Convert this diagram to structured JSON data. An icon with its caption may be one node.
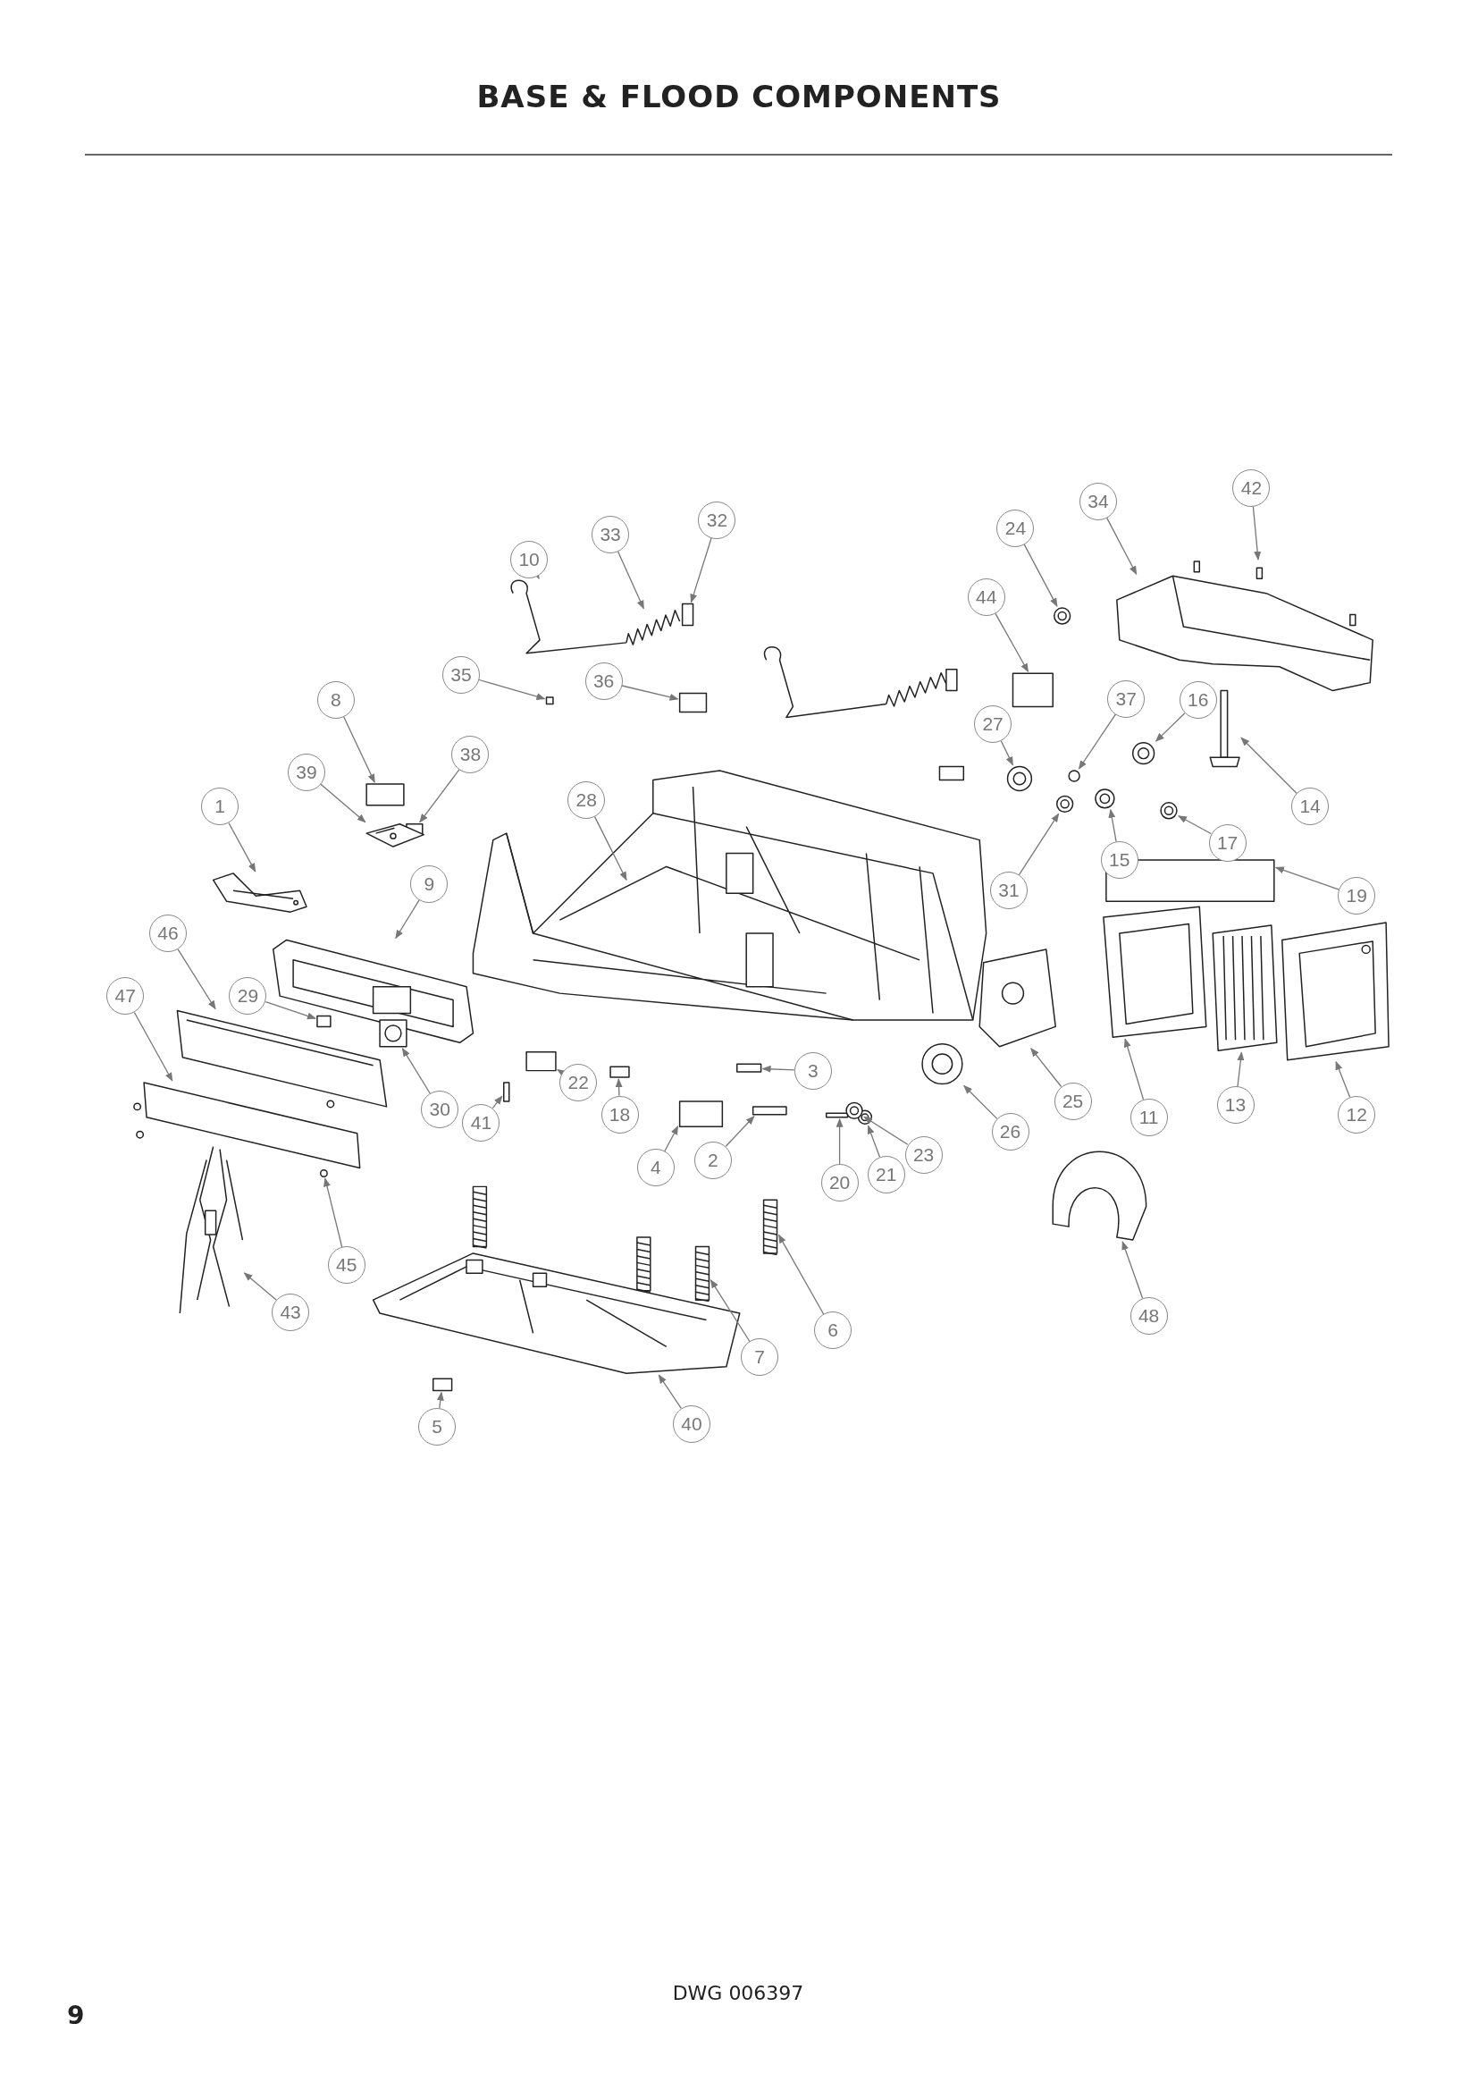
{
  "diagram": {
    "title": "BASE & FLOOD COMPONENTS",
    "nodes": [
      {
        "text": [
          "1"
        ]
      },
      {
        "text": [
          "2"
        ]
      },
      {
        "text": [
          "3"
        ]
      },
      {
        "text": [
          "4"
        ]
      },
      {
        "text": [
          "5"
        ]
      },
      {
        "text": [
          "6"
        ]
      },
      {
        "text": [
          "7"
        ]
      },
      {
        "text": [
          "8"
        ]
      },
      {
        "text": [
          "9"
        ]
      },
      {
        "text": [
          "10"
        ]
      },
      {
        "text": [
          "11"
        ]
      },
      {
        "text": [
          "12"
        ]
      },
      {
        "text": [
          "13"
        ]
      },
      {
        "text": [
          "14"
        ]
      },
      {
        "text": [
          "15"
        ]
      },
      {
        "text": [
          "16"
        ]
      },
      {
        "text": [
          "17"
        ]
      },
      {
        "text": [
          "18"
        ]
      },
      {
        "text": [
          "19"
        ]
      },
      {
        "text": [
          "20"
        ]
      },
      {
        "text": [
          "21"
        ]
      },
      {
        "text": [
          "22"
        ]
      },
      {
        "text": [
          "23"
        ]
      },
      {
        "text": [
          "24"
        ]
      },
      {
        "text": [
          "25"
        ]
      },
      {
        "text": [
          "26"
        ]
      },
      {
        "text": [
          "27"
        ]
      },
      {
        "text": [
          "28"
        ]
      },
      {
        "text": [
          "29"
        ]
      },
      {
        "text": [
          "30"
        ]
      },
      {
        "text": [
          "31"
        ]
      },
      {
        "text": [
          "32"
        ]
      },
      {
        "text": [
          "33"
        ]
      },
      {
        "text": [
          "34"
        ]
      },
      {
        "text": [
          "35"
        ]
      },
      {
        "text": [
          "36"
        ]
      },
      {
        "text": [
          "37"
        ]
      },
      {
        "text": [
          "38"
        ]
      },
      {
        "text": [
          "39"
        ]
      },
      {
        "text": [
          "40"
        ]
      },
      {
        "text": [
          "41"
        ]
      },
      {
        "text": [
          "42"
        ]
      },
      {
        "text": [
          "43"
        ]
      },
      {
        "text": [
          "44"
        ]
      },
      {
        "text": [
          "45"
        ]
      },
      {
        "text": [
          "46"
        ]
      },
      {
        "text": [
          "47"
        ]
      },
      {
        "text": [
          "48"
        ]
      },
      {
        "text": [],
        "shape": "picture"
      },
      {
        "text": [],
        "shape": "box"
      },
      {
        "text": [],
        "shape": "box"
      },
      {
        "text": [],
        "shape": "box"
      },
      {
        "text": [],
        "shape": "box"
      },
      {
        "text": [],
        "shape": "picture"
      },
      {
        "text": [],
        "shape": "picture"
      },
      {
        "text": [],
        "shape": "box"
      },
      {
        "text": [],
        "shape": "picture"
      },
      {
        "text": [],
        "shape": "picture"
      },
      {
        "text": [],
        "shape": "picture"
      },
      {
        "text": [],
        "shape": "picture"
      },
      {
        "text": [],
        "shape": "picture"
      },
      {
        "text": [],
        "shape": "picture"
      },
      {
        "text": [],
        "shape": "circle"
      },
      {
        "text": [],
        "shape": "circle"
      },
      {
        "text": [],
        "shape": "circle"
      },
      {
        "text": [],
        "shape": "box"
      },
      {
        "text": [],
        "shape": "bar"
      },
      {
        "text": [],
        "shape": "bar"
      },
      {
        "text": [],
        "shape": "circle"
      },
      {
        "text": [],
        "shape": "box"
      },
      {
        "text": [],
        "shape": "circle"
      },
      {
        "text": [],
        "shape": "circle"
      },
      {
        "text": [],
        "shape": "picture"
      },
      {
        "text": [],
        "shape": "circle"
      },
      {
        "text": [],
        "shape": "circle"
      },
      {
        "text": [],
        "shape": "picture"
      },
      {
        "text": [],
        "shape": "box"
      },
      {
        "text": [],
        "shape": "picture"
      },
      {
        "text": [],
        "shape": "circle"
      },
      {
        "text": [],
        "shape": "box"
      },
      {
        "text": [],
        "shape": "picture"
      },
      {
        "text": [],
        "shape": "picture"
      },
      {
        "text": [],
        "shape": "box"
      },
      {
        "text": [],
        "shape": "box"
      },
      {
        "text": [],
        "shape": "circle"
      },
      {
        "text": [],
        "shape": "box"
      },
      {
        "text": [],
        "shape": "picture"
      },
      {
        "text": [],
        "shape": "picture"
      },
      {
        "text": [],
        "shape": "box"
      },
      {
        "text": [],
        "shape": "picture"
      },
      {
        "text": [],
        "shape": "picture"
      },
      {
        "text": [],
        "shape": "box"
      },
      {
        "text": [],
        "shape": "circle"
      },
      {
        "text": [],
        "shape": "picture"
      },
      {
        "text": [],
        "shape": "picture"
      },
      {
        "text": [],
        "shape": "picture"
      }
    ],
    "edges": [
      {
        "from": 0,
        "to": 48,
        "arrow": "to"
      },
      {
        "from": 1,
        "to": 49,
        "arrow": "to"
      },
      {
        "from": 2,
        "to": 50,
        "arrow": "to"
      },
      {
        "from": 3,
        "to": 51,
        "arrow": "to"
      },
      {
        "from": 4,
        "to": 52,
        "arrow": "to"
      },
      {
        "from": 5,
        "to": 53,
        "arrow": "to"
      },
      {
        "from": 6,
        "to": 54,
        "arrow": "to"
      },
      {
        "from": 7,
        "to": 55,
        "arrow": "to"
      },
      {
        "from": 8,
        "to": 56,
        "arrow": "to"
      },
      {
        "from": 9,
        "to": 57,
        "arrow": "to"
      },
      {
        "from": 10,
        "to": 58,
        "arrow": "to"
      },
      {
        "from": 11,
        "to": 59,
        "arrow": "to"
      },
      {
        "from": 12,
        "to": 60,
        "arrow": "to"
      },
      {
        "from": 13,
        "to": 61,
        "arrow": "to"
      },
      {
        "from": 14,
        "to": 62,
        "arrow": "to"
      },
      {
        "from": 15,
        "to": 63,
        "arrow": "to"
      },
      {
        "from": 16,
        "to": 64,
        "arrow": "to"
      },
      {
        "from": 17,
        "to": 65,
        "arrow": "to"
      },
      {
        "from": 18,
        "to": 66,
        "arrow": "to"
      },
      {
        "from": 19,
        "to": 67,
        "arrow": "to"
      },
      {
        "from": 20,
        "to": 68,
        "arrow": "to"
      },
      {
        "from": 21,
        "to": 69,
        "arrow": "to"
      },
      {
        "from": 22,
        "to": 70,
        "arrow": "to"
      },
      {
        "from": 23,
        "to": 71,
        "arrow": "to"
      },
      {
        "from": 24,
        "to": 72,
        "arrow": "to"
      },
      {
        "from": 25,
        "to": 73,
        "arrow": "to"
      },
      {
        "from": 26,
        "to": 74,
        "arrow": "to"
      },
      {
        "from": 27,
        "to": 75,
        "arrow": "to"
      },
      {
        "from": 28,
        "to": 76,
        "arrow": "to"
      },
      {
        "from": 29,
        "to": 77,
        "arrow": "to"
      },
      {
        "from": 30,
        "to": 78,
        "arrow": "to"
      },
      {
        "from": 31,
        "to": 79,
        "arrow": "to"
      },
      {
        "from": 32,
        "to": 80,
        "arrow": "to"
      },
      {
        "from": 33,
        "to": 81,
        "arrow": "to"
      },
      {
        "from": 34,
        "to": 82,
        "arrow": "to"
      },
      {
        "from": 35,
        "to": 83,
        "arrow": "to"
      },
      {
        "from": 36,
        "to": 84,
        "arrow": "to"
      },
      {
        "from": 37,
        "to": 85,
        "arrow": "to"
      },
      {
        "from": 38,
        "to": 86,
        "arrow": "to"
      },
      {
        "from": 39,
        "to": 87,
        "arrow": "to"
      },
      {
        "from": 40,
        "to": 88,
        "arrow": "to"
      },
      {
        "from": 41,
        "to": 89,
        "arrow": "to"
      },
      {
        "from": 42,
        "to": 90,
        "arrow": "to"
      },
      {
        "from": 43,
        "to": 91,
        "arrow": "to"
      },
      {
        "from": 44,
        "to": 92,
        "arrow": "to"
      },
      {
        "from": 45,
        "to": 93,
        "arrow": "to"
      },
      {
        "from": 46,
        "to": 94,
        "arrow": "to"
      },
      {
        "from": 47,
        "to": 95,
        "arrow": "to"
      }
    ],
    "labels": [
      "DWG 006397",
      "9"
    ]
  }
}
